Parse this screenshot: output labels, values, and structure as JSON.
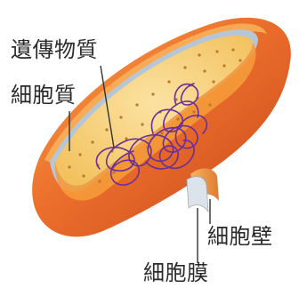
{
  "labels": {
    "genetic_material": "遺傳物質",
    "cytoplasm": "細胞質",
    "cell_wall": "細胞壁",
    "cell_membrane": "細胞膜"
  },
  "colors": {
    "wall_outer": "#e8662a",
    "wall_dark": "#c84a1c",
    "wall_light": "#f5a23e",
    "membrane": "#b7c6d6",
    "cytoplasm": "#f6cd72",
    "cytoplasm_light": "#f9dc93",
    "granule": "#b97a2c",
    "dna": "#6b2f97",
    "text": "#2a2a2a"
  }
}
